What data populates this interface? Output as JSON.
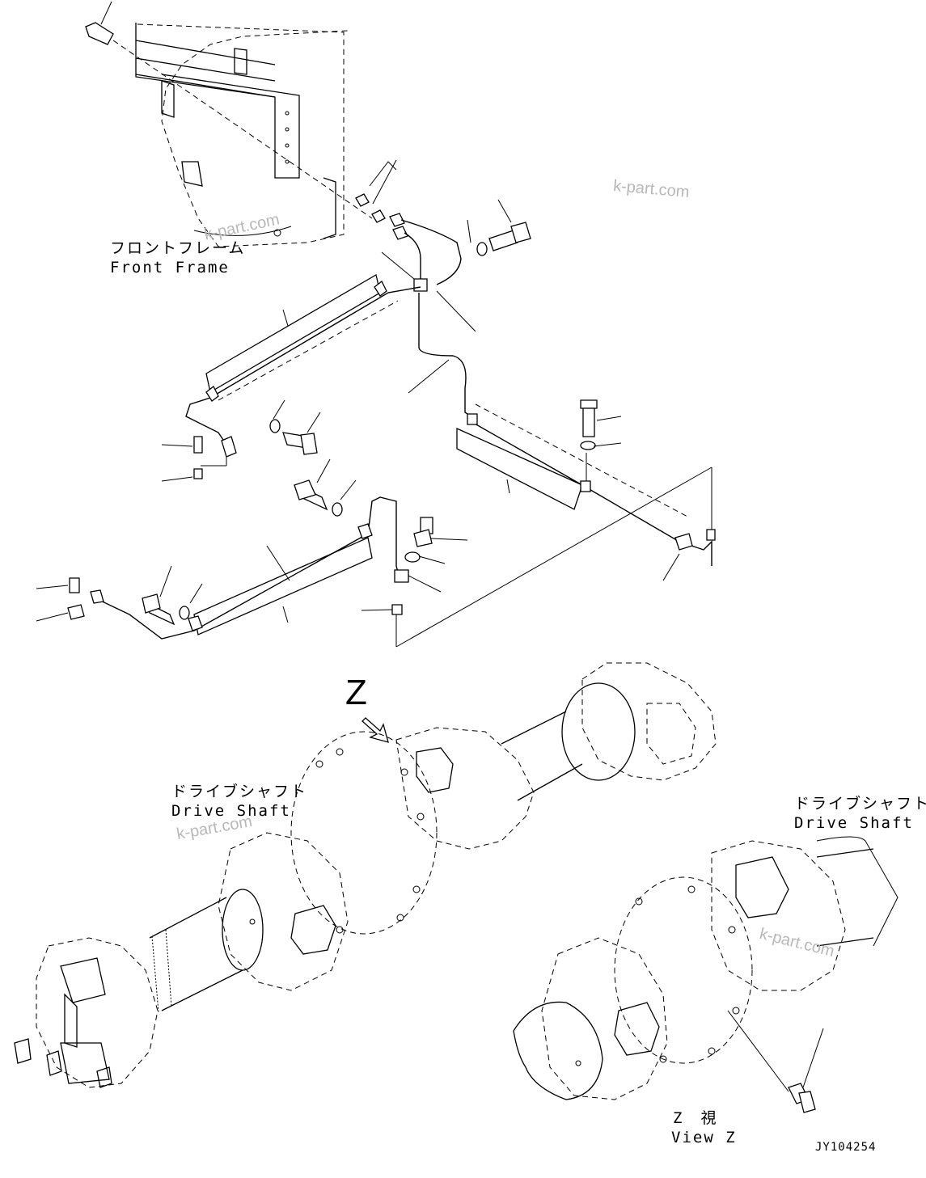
{
  "labels": {
    "front_frame_jp": "フロントフレーム",
    "front_frame_en": "Front Frame",
    "drive_shaft_left_jp": "ドライブシャフト",
    "drive_shaft_left_en": "Drive Shaft",
    "drive_shaft_right_jp": "ドライブシャフト",
    "drive_shaft_right_en": "Drive Shaft",
    "view_z_jp": "Z　視",
    "view_z_en": "View Z",
    "z_marker": "Z",
    "drawing_code": "JY104254"
  },
  "watermarks": [
    "k-part.com",
    "k-part.com",
    "k-part.com",
    "k-part.com"
  ]
}
